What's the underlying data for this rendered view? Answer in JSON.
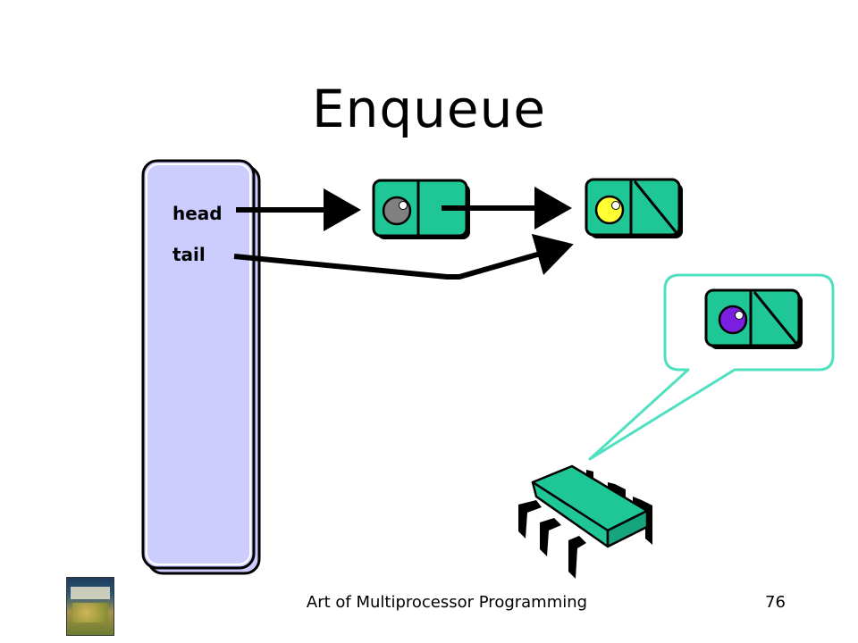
{
  "slide": {
    "title": "Enqueue",
    "footer": "Art of Multiprocessor Programming",
    "page_number": "76"
  },
  "queue_object": {
    "fields": {
      "head_label": "head",
      "tail_label": "tail"
    }
  },
  "colors": {
    "queue_object_fill": "#ccccff",
    "node_fill": "#1fc796",
    "sentinel_value": "#808080",
    "tail_node_value": "#ffff33",
    "new_node_value": "#7a1fe0",
    "speech_bubble_border": "#4fe0c0",
    "thread_fill": "#1fc796"
  },
  "icons": [
    "book-cover-icon",
    "thread-bug-icon"
  ]
}
